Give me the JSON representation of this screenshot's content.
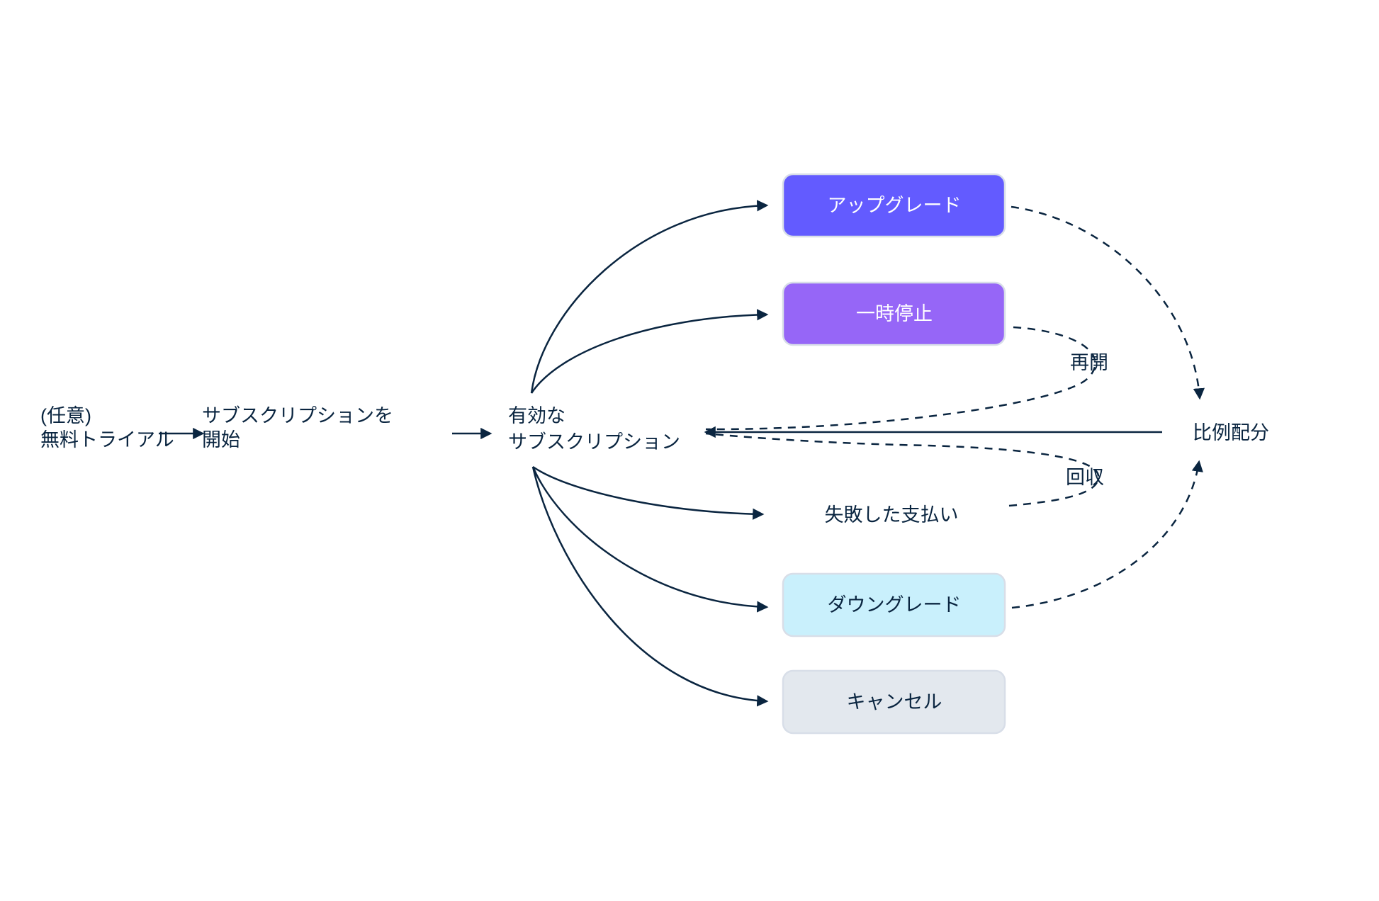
{
  "diagram": {
    "colors": {
      "text_navy": "#0a2540",
      "line_navy": "#0a2540",
      "upgrade_bg": "#635bff",
      "pause_bg": "#9666f7",
      "downgrade_bg": "#c9f0fc",
      "cancel_bg": "#e3e8ee",
      "button_border": "#d8dee8",
      "button_text_light": "#ffffff"
    },
    "nodes": {
      "free_trial": {
        "line1": "(任意)",
        "line2": "無料トライアル"
      },
      "start_subscription": {
        "line1": "サブスクリプションを",
        "line2": "開始"
      },
      "active_subscription": {
        "line1": "有効な",
        "line2": "サブスクリプション"
      },
      "upgrade": {
        "label": "アップグレード"
      },
      "pause": {
        "label": "一時停止"
      },
      "failed_payment": {
        "label": "失敗した支払い"
      },
      "downgrade": {
        "label": "ダウングレード"
      },
      "cancel": {
        "label": "キャンセル"
      },
      "proration": {
        "label": "比例配分"
      }
    },
    "edge_labels": {
      "resume": "再開",
      "recovery": "回収"
    }
  }
}
